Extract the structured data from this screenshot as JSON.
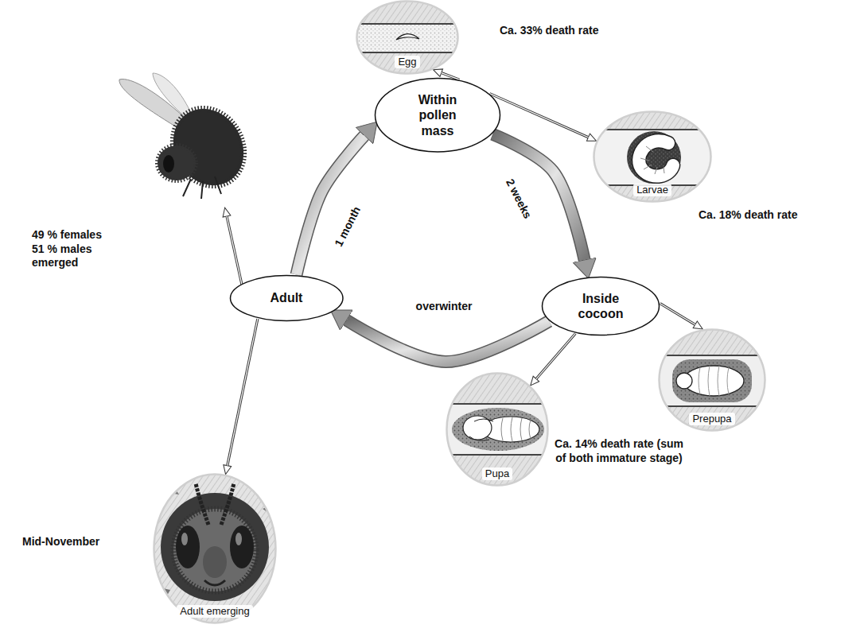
{
  "diagram": {
    "nodes": [
      {
        "text": [
          "Within pollen mass"
        ]
      },
      {
        "text": [
          "Inside cocoon"
        ]
      },
      {
        "text": [
          "Adult"
        ]
      },
      {
        "text": [
          "Egg"
        ]
      },
      {
        "text": [
          "Larvae"
        ]
      },
      {
        "text": [
          "Prepupa"
        ]
      },
      {
        "text": [
          "Pupa"
        ]
      },
      {
        "text": [
          "Adult emerging"
        ]
      }
    ],
    "edges": [
      {
        "from": 2,
        "to": 0,
        "label": "1 month",
        "arrow": "to"
      },
      {
        "from": 0,
        "to": 1,
        "label": "2 weeks",
        "arrow": "to"
      },
      {
        "from": 1,
        "to": 2,
        "label": "overwinter",
        "arrow": "to"
      },
      {
        "from": 0,
        "to": 3,
        "arrow": "to"
      },
      {
        "from": 0,
        "to": 4,
        "arrow": "to"
      },
      {
        "from": 1,
        "to": 5,
        "arrow": "to"
      },
      {
        "from": 1,
        "to": 6,
        "arrow": "to"
      },
      {
        "from": 2,
        "to": 7,
        "arrow": "to"
      }
    ],
    "labels": [
      "Ca. 33% death rate",
      "Ca. 18% death rate",
      "Ca. 14% death rate (sum of both immature stage)",
      "49 % females 51 % males emerged",
      "Mid-November"
    ]
  }
}
